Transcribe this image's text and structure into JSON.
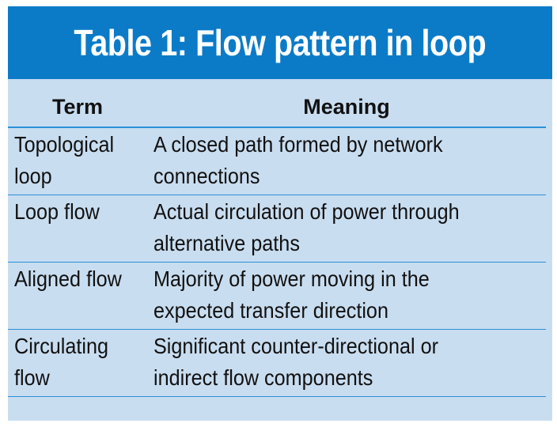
{
  "title": "Table 1: Flow pattern in loop",
  "headers": {
    "term": "Term",
    "meaning": "Meaning"
  },
  "rows": [
    {
      "term": [
        "Topological",
        "loop"
      ],
      "meaning": [
        "A closed path formed by network",
        "connections"
      ]
    },
    {
      "term": [
        "Loop flow"
      ],
      "meaning": [
        "Actual circulation of power through",
        "alternative paths"
      ]
    },
    {
      "term": [
        "Aligned flow"
      ],
      "meaning": [
        "Majority of power moving in the",
        "expected transfer direction"
      ]
    },
    {
      "term": [
        "Circulating",
        "flow"
      ],
      "meaning": [
        "Significant counter-directional or",
        "indirect flow components"
      ]
    }
  ],
  "colors": {
    "title_bar": "#0b7bc8",
    "background": "#c9ddf0",
    "rule": "#2a8fd8"
  }
}
